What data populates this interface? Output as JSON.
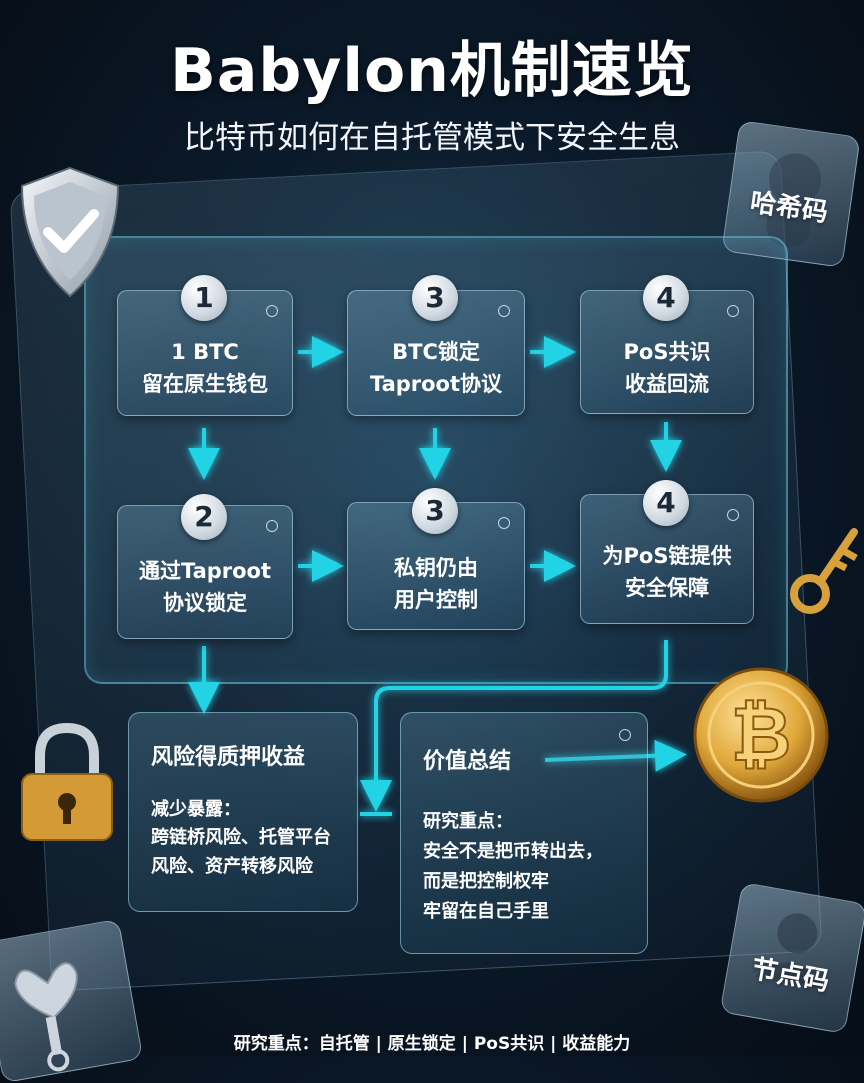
{
  "title": "Babylon机制速览",
  "subtitle": "比特币如何在自托管模式下安全生息",
  "steps": [
    {
      "num": "1",
      "line1": "1 BTC",
      "line2": "留在原生钱包"
    },
    {
      "num": "3",
      "line1": "BTC锁定",
      "line2": "Taproot协议"
    },
    {
      "num": "4",
      "line1": "PoS共识",
      "line2": "收益回流"
    },
    {
      "num": "2",
      "line1": "通过Taproot",
      "line2": "协议锁定"
    },
    {
      "num": "3",
      "line1": "私钥仍由",
      "line2": "用户控制"
    },
    {
      "num": "4",
      "line1": "为PoS链提供",
      "line2": "安全保障"
    }
  ],
  "risk": {
    "title": "风险得质押收益",
    "label": "减少暴露：",
    "line1": "跨链桥风险、托管平台",
    "line2": "风险、资产转移风险"
  },
  "value": {
    "title": "价值总结",
    "label": "研究重点：",
    "line1": "安全不是把币转出去，",
    "line2": "而是把控制权牢",
    "line3": "牢留在自己手里"
  },
  "tiles": {
    "top_right": "哈希码",
    "bottom_right": "节点码"
  },
  "footer": "研究重点：自托管 | 原生锁定 | PoS共识 | 收益能力",
  "colors": {
    "accent": "#22d3e6",
    "gold": "#e0a83a",
    "background": "#0b1a2a"
  },
  "icons": [
    "shield-check-icon",
    "padlock-icon",
    "key-icon",
    "bitcoin-coin-icon",
    "broken-heart-key-icon"
  ]
}
